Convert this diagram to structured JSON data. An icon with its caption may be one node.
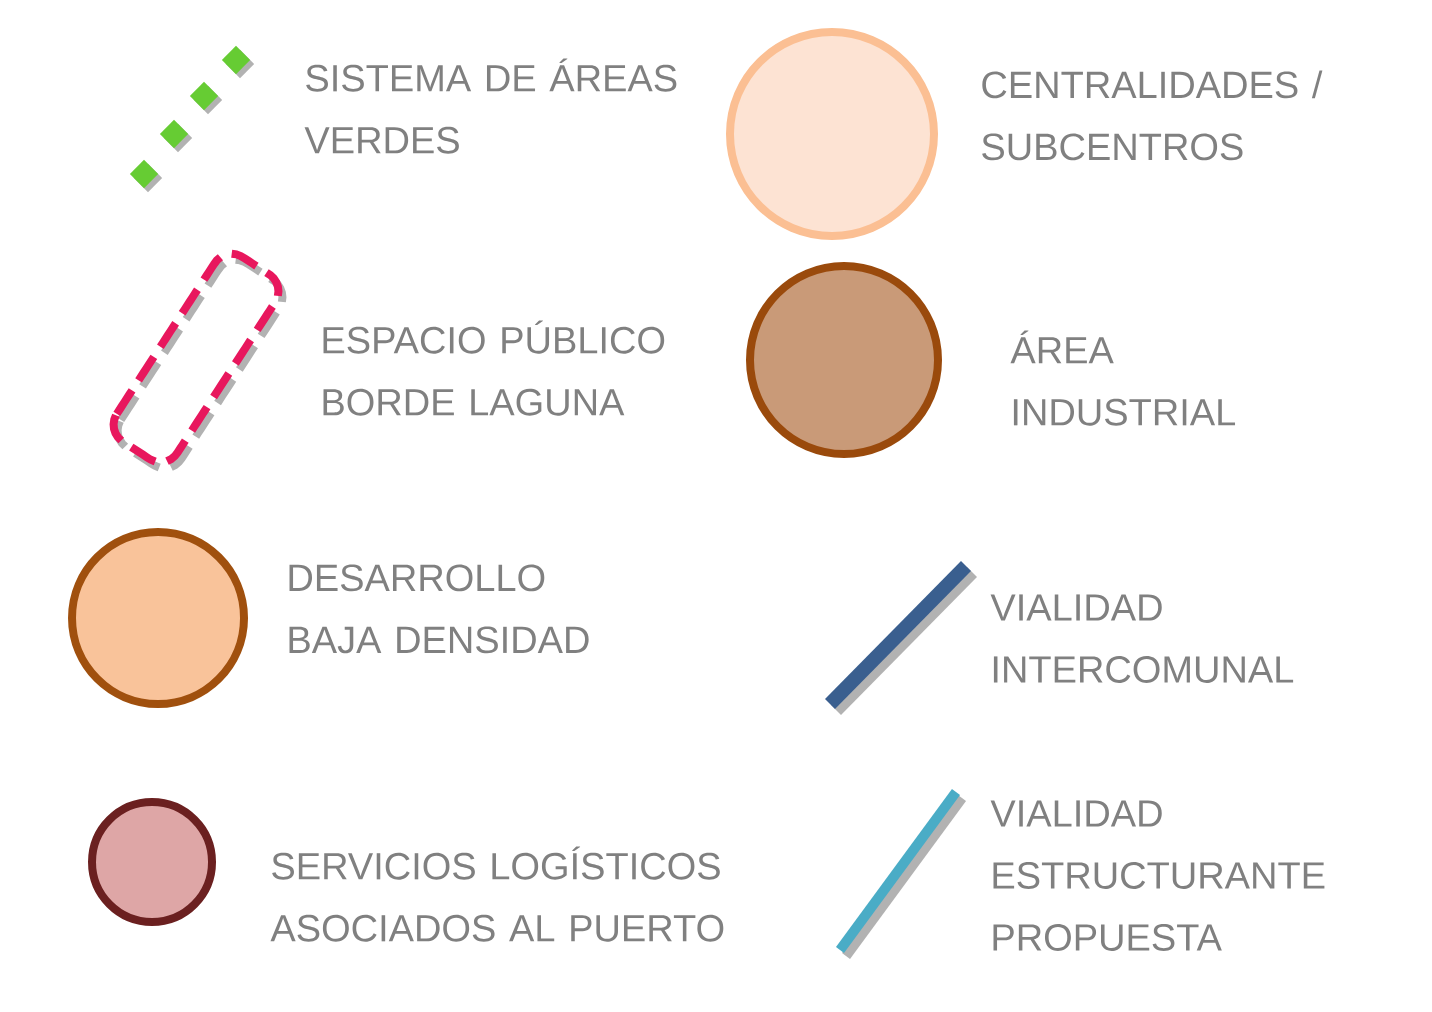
{
  "diagram": {
    "legend": [
      {
        "text": "SISTEMA DE ÁREAS VERDES"
      },
      {
        "text": "CENTRALIDADES / SUBCENTROS",
        "color": "#fde3d3"
      },
      {
        "text": "ESPACIO PÚBLICO BORDE LAGUNA"
      },
      {
        "text": "ÁREA INDUSTRIAL",
        "color": "#c99a78"
      },
      {
        "text": "DESARROLLO BAJA DENSIDAD",
        "color": "#f9c39a"
      },
      {
        "text": "VIALIDAD INTERCOMUNAL"
      },
      {
        "text": "SERVICIOS LOGÍSTICOS ASOCIADOS AL PUERTO",
        "color": "#dea6a6"
      },
      {
        "text": "VIALIDAD ESTRUCTURANTE PROPUESTA"
      }
    ]
  }
}
